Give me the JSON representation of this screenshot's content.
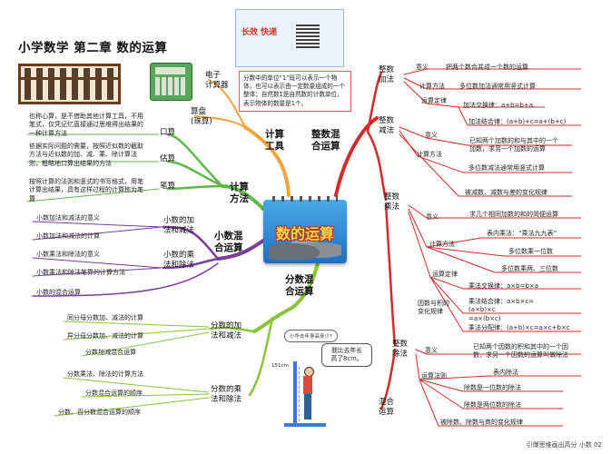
{
  "title": "小学数学   第二章   数的运算",
  "center": {
    "title": "数的运算"
  },
  "book_label": "长效 快递",
  "branches": {
    "tools": "计算\n工具",
    "mixed_int": "整数混\n合运算",
    "method": "计算\n方法",
    "mixed_small": "小数混\n合运算",
    "mixed_frac": "分数混\n合运算"
  },
  "tools": {
    "e_calc": "电子\n计算器",
    "abacus": "算盘\n(珠算)",
    "note": "分数中的单位“1”既可以表示一个物体，也可以表示由一定数量组成的一个整体；自然数1是自然数的计数单位，表示物体的数量是1个。"
  },
  "method": {
    "mental": "口算",
    "mental_desc": "也称心算，是不借助其他计算工具，不用笔式，仅凭记忆直接通过思维得出结果的一种计算方法",
    "estimate": "估算",
    "estimate_desc": "依据实际问题的需要，按照近似数的截取方法与近似数的加、减、乘、除计算法则，粗略地口算出结果的方法",
    "written": "笔算",
    "written_desc": "按照计算的法则和竖式的书写格式，用笔计算出结果，具有这样过程的计算称为笔算"
  },
  "small": {
    "add_sub_group": "小数的加\n法和减法",
    "mul_div_group": "小数的乘\n法和除法",
    "items": [
      "小数加法和减法的意义",
      "小数加法和减法的计算",
      "小数乘法和除法的意义",
      "小数乘法和除法笔算的计算方法",
      "小数的混合运算"
    ]
  },
  "frac": {
    "add_sub_group": "分数的加\n法和减法",
    "mul_div_group": "分数的乘\n法和除法",
    "items": [
      "同分母分数加、减法的计算",
      "异分母分数加、减法的计算",
      "分数加减混合运算",
      "分数乘法、除法的计算方法",
      "分数混合运算的顺序",
      "分数、百分数混合运算的顺序"
    ],
    "bubble": "小华去年身高多少?",
    "speech": "我比去年长\n高了8cm。",
    "height": "151cm"
  },
  "int": {
    "add": "整数\n加法",
    "sub": "整数\n减法",
    "mul": "整数\n乘法",
    "div": "整数\n除法",
    "mix": "混合\n运算",
    "meaning": "意义",
    "calc_method": "计算方法",
    "law": "运算定律",
    "calc_rule": "运算法则",
    "factor_law": "因数与积的\n变化规律",
    "add_meaning": "把两个数合并成一个数的运算",
    "add_method": "多位数加法通常用竖式计算",
    "add_comm": "加法交换律：a+b=b+a",
    "add_assoc": "加法结合律：(a+b)+c=a+(b+c)",
    "sub_meaning": "已知两个加数的和与其中的一个加数，求另一个加数的运算",
    "sub_method": "多位数减法通常用竖式计算",
    "sub_change": "被减数、减数与差的变化规律",
    "mul_meaning": "求几个相同加数的和的简便运算",
    "table": "表内乘法：“乘法九九表”",
    "mul_one": "多位数乘一位数",
    "mul_two": "多位数乘两、三位数",
    "mul_comm": "乘法交换律：a×b=b×a",
    "mul_assoc": "乘法结合律：a×b×c=(a×b)×c\n=a×(b×c)",
    "mul_dist": "乘法分配律：(a+b)×c=a×c+b×c",
    "div_meaning": "已知两个因数的积和其中的一个因数，求另一个因数的运算叫做除法",
    "table_div": "表内除法",
    "div_one": "除数是一位数的除法",
    "div_two": "除数是两位数的除法",
    "div_change": "被除数、除数与商的变化规律"
  },
  "footer": "引爆思维画出高分  小数  02",
  "colors": {
    "red": "#d42a2a",
    "orange": "#f2a33a",
    "green": "#5db84a",
    "purple": "#7a3d9a",
    "lime": "#8ac43a"
  }
}
